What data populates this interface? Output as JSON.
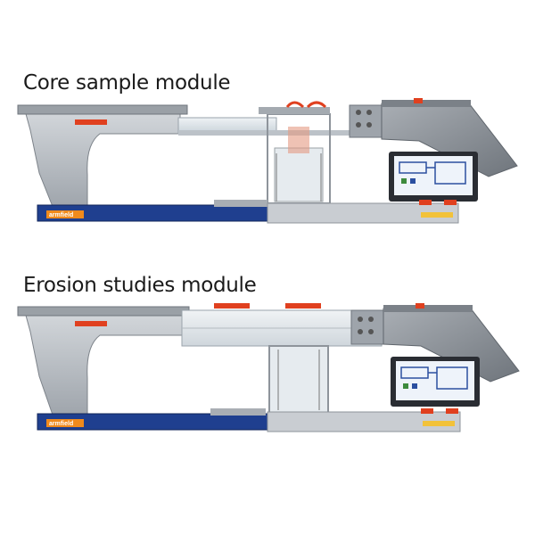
{
  "captions": {
    "top": "Core sample module",
    "bottom": "Erosion studies module"
  },
  "brand": {
    "name": "armfield",
    "base_color": "#1f3f8f",
    "label_color": "#f08a1c"
  },
  "colors": {
    "steel": "#b9bec4",
    "steel_dark": "#8e949b",
    "accent_red": "#e0401f",
    "screen": "#2b4fa0"
  }
}
